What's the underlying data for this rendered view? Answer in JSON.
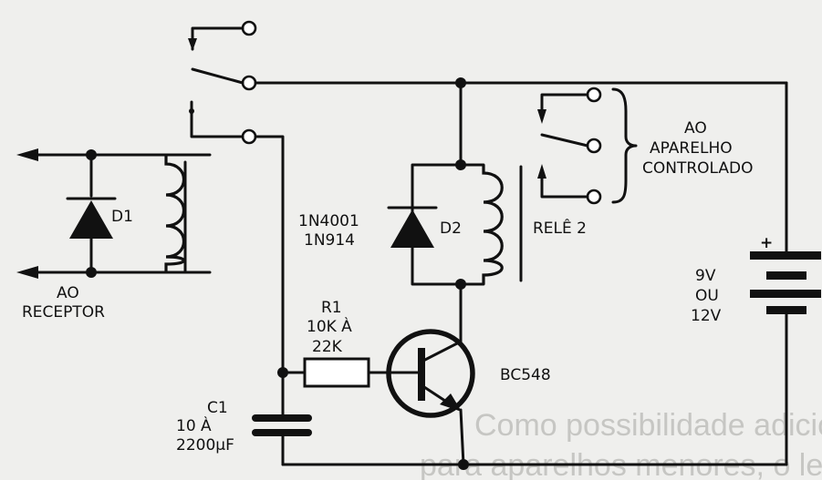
{
  "labels": {
    "d1": "D1",
    "receiver_line1": "AO",
    "receiver_line2": "RECEPTOR",
    "d2_part1": "1N4001",
    "d2_part2": "1N914",
    "d2": "D2",
    "relay2": "RELÊ 2",
    "device_line1": "AO",
    "device_line2": "APARELHO",
    "device_line3": "CONTROLADO",
    "r1": "R1",
    "r1_value1": "10K À",
    "r1_value2": "22K",
    "transistor": "BC548",
    "c1": "C1",
    "c1_value1": "10  À",
    "c1_value2": "2200µF",
    "battery_plus": "+",
    "battery_v1": "9V",
    "battery_v2": "OU",
    "battery_v3": "12V"
  },
  "bleed_through": {
    "line1": "Como possibilidade adicional de controle,",
    "line2": "para aparelhos menores, o leitor pode usar"
  }
}
